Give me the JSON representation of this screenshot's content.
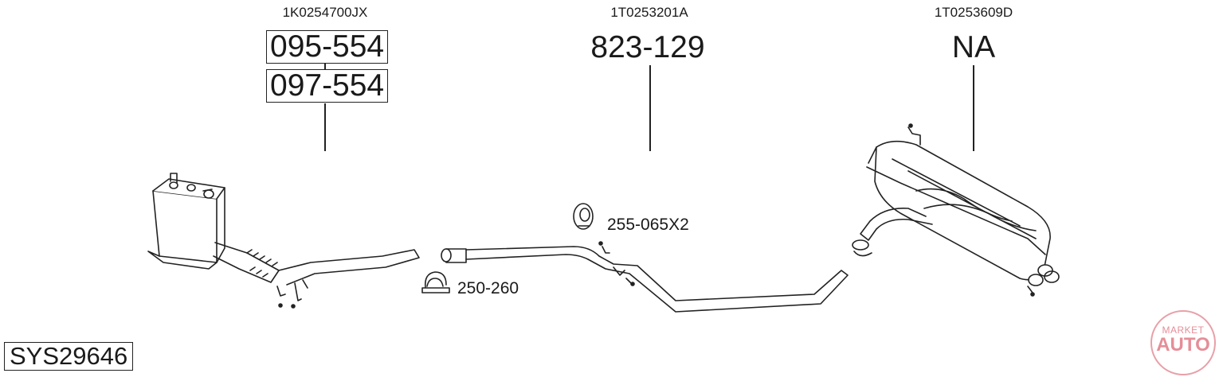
{
  "oem_numbers": [
    "1K0254700JX",
    "1T0253201A",
    "1T0253609D"
  ],
  "part_numbers": {
    "front_primary": "095-554",
    "front_secondary": "097-554",
    "middle": "823-129",
    "rear": "NA"
  },
  "accessories": {
    "hanger": "255-065X2",
    "clamp": "250-260"
  },
  "system_code": "SYS29646",
  "logo": {
    "line1": "MARKET",
    "line2": "AUTO"
  },
  "colors": {
    "line": "#222222",
    "logo": "#e58e98"
  }
}
